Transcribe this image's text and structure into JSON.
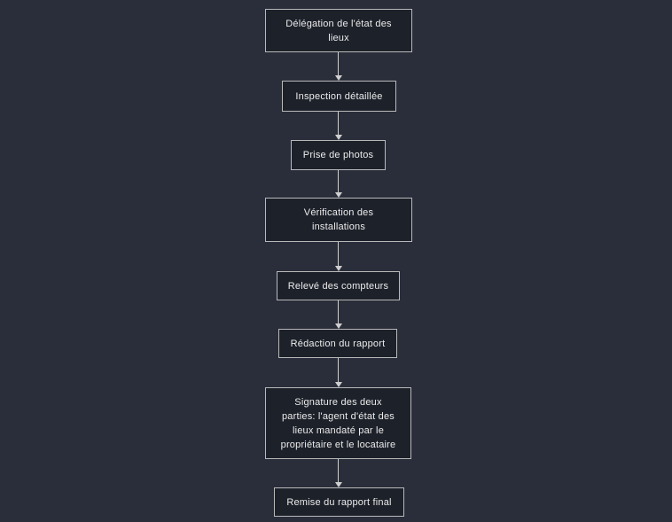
{
  "diagram": {
    "type": "flowchart",
    "direction": "top-down",
    "nodes": [
      {
        "id": "delegation",
        "label": "Délégation de l'état des\nlieux"
      },
      {
        "id": "inspection",
        "label": "Inspection détaillée"
      },
      {
        "id": "photos",
        "label": "Prise de photos"
      },
      {
        "id": "verification",
        "label": "Vérification des\ninstallations"
      },
      {
        "id": "releve",
        "label": "Relevé des compteurs"
      },
      {
        "id": "redaction",
        "label": "Rédaction du rapport"
      },
      {
        "id": "signature",
        "label": "Signature des deux\nparties: l'agent d'état des\nlieux mandaté par le\npropriétaire et le locataire"
      },
      {
        "id": "remise",
        "label": "Remise du rapport final"
      }
    ],
    "edges": [
      {
        "from": "delegation",
        "to": "inspection"
      },
      {
        "from": "inspection",
        "to": "photos"
      },
      {
        "from": "photos",
        "to": "verification"
      },
      {
        "from": "verification",
        "to": "releve"
      },
      {
        "from": "releve",
        "to": "redaction"
      },
      {
        "from": "redaction",
        "to": "signature"
      },
      {
        "from": "signature",
        "to": "remise"
      }
    ],
    "colors": {
      "background": "#2a2e3b",
      "node_fill": "#1d212a",
      "node_border": "#b9b9b9",
      "arrow": "#cfcfcf",
      "text": "#ececec"
    }
  }
}
